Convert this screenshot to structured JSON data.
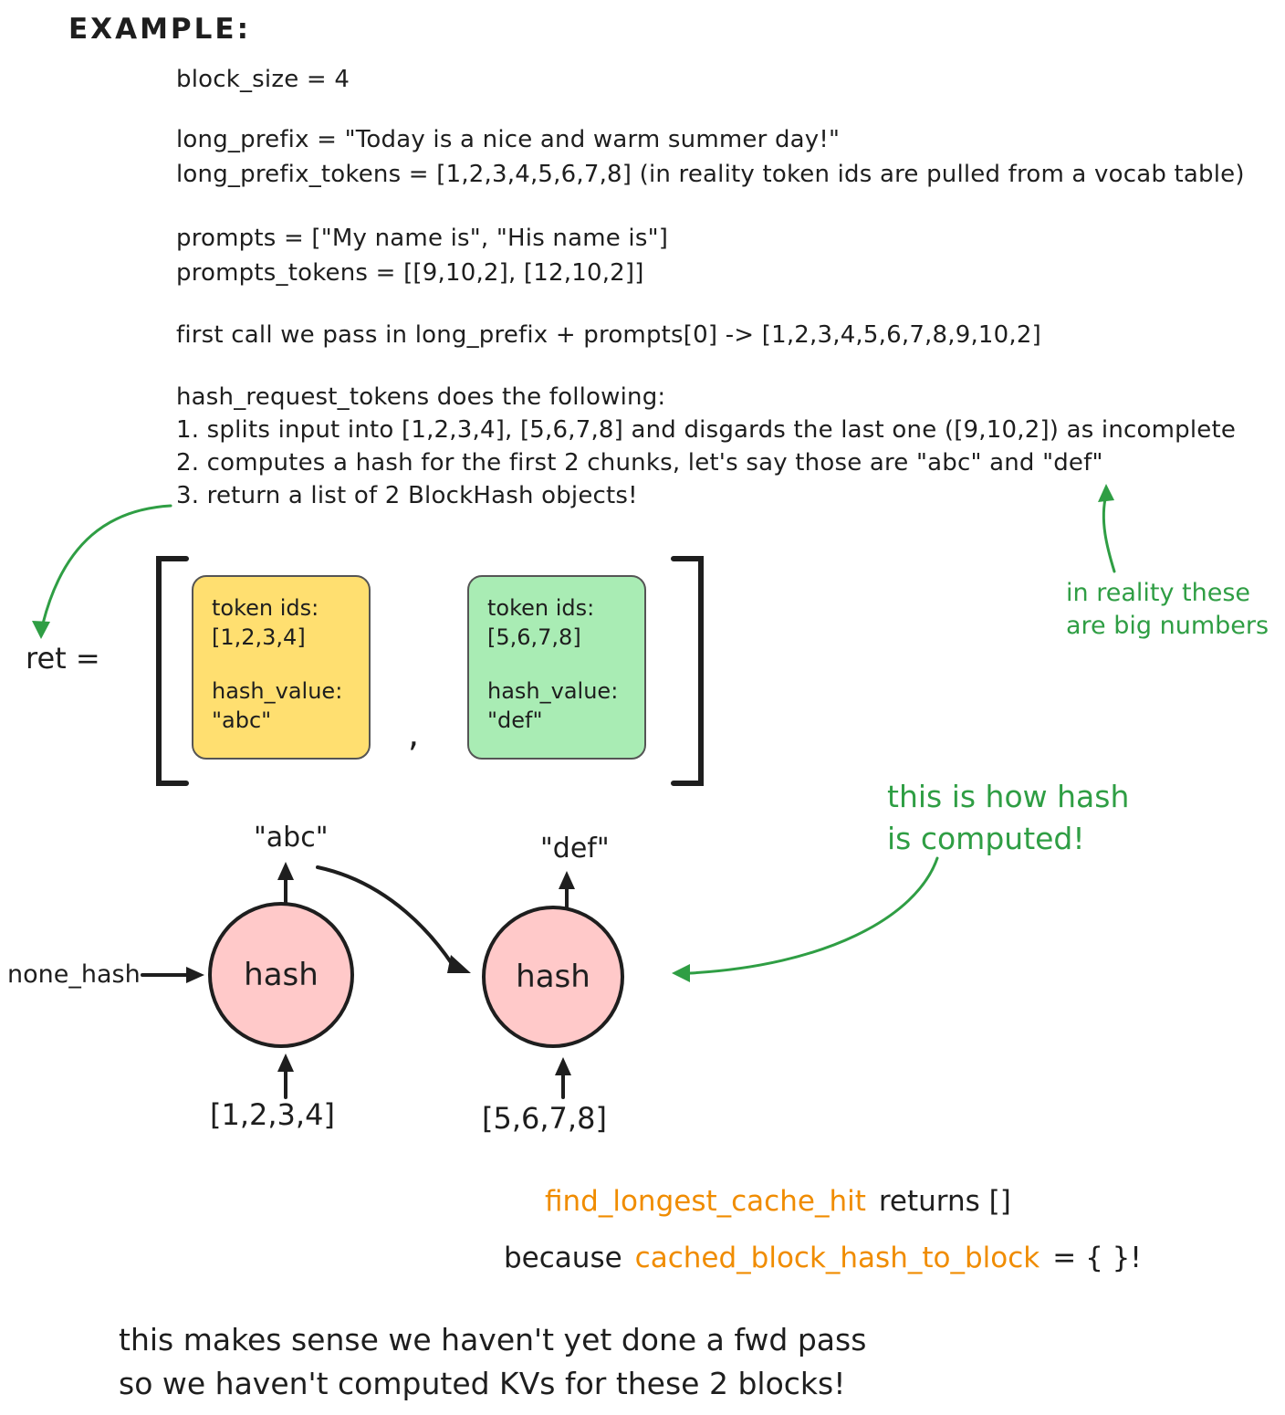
{
  "colors": {
    "ink": "#1e1e1e",
    "annotation_green": "#2f9e44",
    "highlight_orange": "#f08c00",
    "block1_yellow": "#ffdf70",
    "block2_green": "#a9ecb4",
    "hash_node_pink": "#ffc9c9"
  },
  "heading": "EXAMPLE:",
  "setup": {
    "line_block_size": "block_size = 4",
    "line_long_prefix": "long_prefix = \"Today is a nice and warm summer day!\"",
    "line_long_prefix_tokens": "long_prefix_tokens = [1,2,3,4,5,6,7,8] (in reality token ids are pulled from a vocab table)",
    "line_prompts": "prompts = [\"My name is\", \"His name is\"]",
    "line_prompts_tokens": "prompts_tokens = [[9,10,2], [12,10,2]]",
    "line_first_call": "first call we pass in long_prefix + prompts[0] -> [1,2,3,4,5,6,7,8,9,10,2]"
  },
  "hash_request_steps": {
    "intro": "hash_request_tokens does the following:",
    "step1": "1. splits input into [1,2,3,4], [5,6,7,8] and disgards the last one ([9,10,2]) as incomplete",
    "step2": "2. computes a hash for the first 2 chunks, let's say those are \"abc\" and \"def\"",
    "step3": "3. return a list of 2 BlockHash objects!"
  },
  "ret_section": {
    "label": "ret =",
    "comma": ",",
    "blocks": [
      {
        "token_ids_label": "token ids:",
        "token_ids": "[1,2,3,4]",
        "hash_value_label": "hash_value:",
        "hash_value": "\"abc\""
      },
      {
        "token_ids_label": "token ids:",
        "token_ids": "[5,6,7,8]",
        "hash_value_label": "hash_value:",
        "hash_value": "\"def\""
      }
    ]
  },
  "annotation_big_numbers": {
    "line1": "in reality these",
    "line2": "are big numbers"
  },
  "annotation_hash_computed": {
    "line1": "this is how hash",
    "line2": "is computed!"
  },
  "hash_diagram": {
    "seed_label": "none_hash",
    "node_label": "hash",
    "output1": "\"abc\"",
    "output2": "\"def\"",
    "input1": "[1,2,3,4]",
    "input2": "[5,6,7,8]"
  },
  "cache_result": {
    "fn_name": "find_longest_cache_hit",
    "returns_text": "returns []",
    "because_text": "because",
    "dict_name": "cached_block_hash_to_block",
    "equals_text": "= { }!"
  },
  "footer": {
    "line1": "this makes sense we haven't yet done a fwd pass",
    "line2": "so we haven't computed KVs for these 2 blocks!"
  }
}
